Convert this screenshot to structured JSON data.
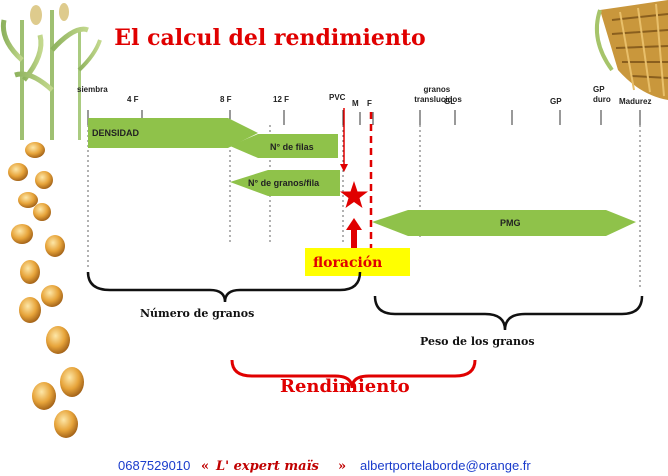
{
  "title": "El calcul del rendimiento",
  "stages": [
    {
      "label": "siembra"
    },
    {
      "label": "4 F"
    },
    {
      "label": "8 F"
    },
    {
      "label": "12 F"
    },
    {
      "label": "PVC"
    },
    {
      "label": "M"
    },
    {
      "label": "F"
    },
    {
      "label": "granos translucidos",
      "lines": [
        "granos",
        "translucidos"
      ]
    },
    {
      "label": "GL"
    },
    {
      "label": "GP"
    },
    {
      "label": "GP duro",
      "lines": [
        "GP",
        "duro"
      ]
    },
    {
      "label": "Madurez"
    }
  ],
  "components": {
    "densidad": "DENSIDAD",
    "filas": "N° de filas",
    "granos_fila": "N° de granos/fila",
    "pmg": "PMG"
  },
  "floracion": "floración",
  "numero_granos": "Número de granos",
  "peso_granos": "Peso de los granos",
  "rendimiento": "Rendimiento",
  "footer": {
    "phone": "0687529010",
    "brand_open": "«",
    "brand_name": "L' expert maïs",
    "brand_close": "»",
    "email": "albertportelaborde@orange.fr"
  },
  "colors": {
    "title": "#e00000",
    "green": "#8fc24a",
    "red": "#e00000",
    "yellow": "#ffff00",
    "footer_blue": "#1a3ccc",
    "footer_red": "#c00000"
  }
}
